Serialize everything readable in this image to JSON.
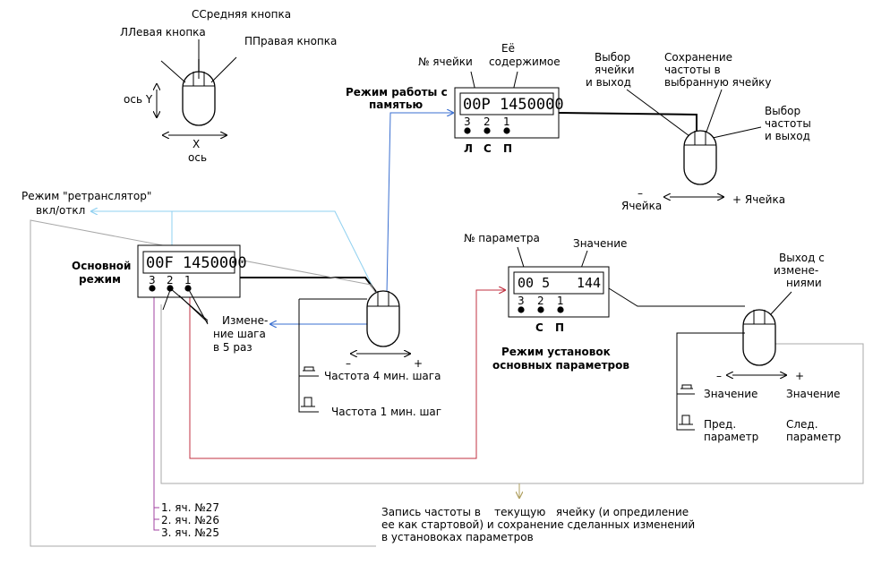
{
  "legend_mouse": {
    "middle_button": "Средняя кнопка",
    "left_button": "Левая кнопка",
    "right_button": "Правая кнопка",
    "axis_y": "ось Y",
    "axis_x": "X",
    "axis_x_word": "ось"
  },
  "repeater": {
    "label_line1": "Режим \"ретранслятор\"",
    "label_line2": "вкл/откл"
  },
  "main_mode": {
    "title_line1": "Основной",
    "title_line2": "режим",
    "display": "00F 1450000",
    "button_numbers": [
      "3",
      "2",
      "1"
    ],
    "step_label_line1": "Измене-",
    "step_label_line2": "ние шага",
    "step_label_line3": "в 5 раз",
    "minus": "–",
    "plus": "+",
    "freq_4_step": "Частота 4 мин. шага",
    "freq_1_step": "Частота 1 мин. шаг"
  },
  "memory_mode": {
    "title_line1": "Режим работы с",
    "title_line2": "памятью",
    "cell_number_label": "№ ячейки",
    "content_label_line1": "Её",
    "content_label_line2": "содержимое",
    "display": "00P 1450000",
    "button_numbers": [
      "3",
      "2",
      "1"
    ],
    "button_letters": [
      "Л",
      "С",
      "П"
    ],
    "select_exit_line1": "Выбор",
    "select_exit_line2": "ячейки",
    "select_exit_line3": "и выход",
    "save_line1": "Сохранение",
    "save_line2": "частоты в",
    "save_line3": "выбранную ячейку",
    "freq_exit_line1": "Выбор",
    "freq_exit_line2": "частоты",
    "freq_exit_line3": "и выход",
    "minus": "–",
    "cell_left": "Ячейка",
    "cell_right": "+ Ячейка"
  },
  "settings_mode": {
    "param_number_label": "№ параметра",
    "value_label": "Значение",
    "display_left": "00 5",
    "display_right": "144",
    "button_numbers": [
      "3",
      "2",
      "1"
    ],
    "button_letters": [
      "С",
      "П"
    ],
    "title_line1": "Режим установок",
    "title_line2": "основных параметров",
    "exit_line1": "Выход с",
    "exit_line2": "измене-",
    "exit_line3": "ниями",
    "minus": "–",
    "plus": "+",
    "value_minus": "Значение",
    "value_plus": "Значение",
    "prev_line1": "Пред.",
    "prev_line2": "параметр",
    "next_line1": "След.",
    "next_line2": "параметр"
  },
  "cells": [
    "1. яч. №27",
    "2. яч. №26",
    "3. яч. №25"
  ],
  "write_note": {
    "line1": "Запись частоты в    текущую   ячейку (и опредиление",
    "line2": "ее как стартовой) и сохранение сделанных изменений",
    "line3": "в установоках параметров"
  },
  "colors": {
    "blue_line": "#3a6fd0",
    "light_blue_line": "#8fd0f0",
    "red_line": "#c03040",
    "purple_line": "#a040a0",
    "gray_line": "#a8a8a8",
    "olive_line": "#b0a060"
  }
}
